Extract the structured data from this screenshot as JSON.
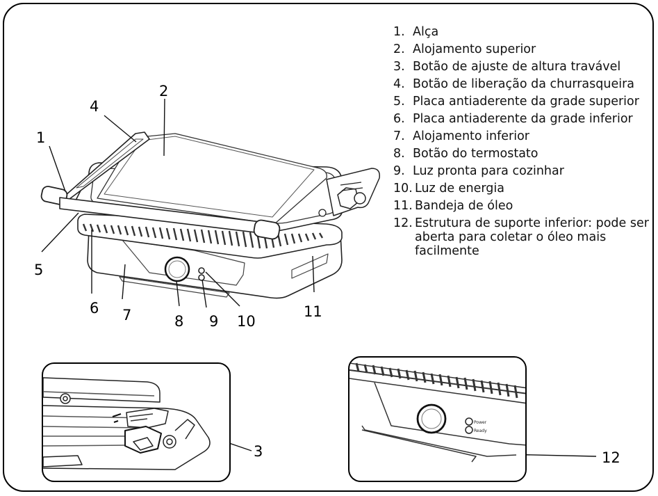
{
  "callouts": {
    "c1": "1",
    "c2": "2",
    "c3": "3",
    "c4": "4",
    "c5": "5",
    "c6": "6",
    "c7": "7",
    "c8": "8",
    "c9": "9",
    "c10": "10",
    "c11": "11",
    "c12": "12"
  },
  "legend": [
    {
      "num": "1.",
      "text": "Alça"
    },
    {
      "num": "2.",
      "text": "Alojamento superior"
    },
    {
      "num": "3.",
      "text": "Botão de ajuste de altura travável"
    },
    {
      "num": "4.",
      "text": "Botão de liberação da churrasqueira"
    },
    {
      "num": "5.",
      "text": "Placa antiaderente da grade superior"
    },
    {
      "num": "6.",
      "text": "Placa antiaderente da grade inferior"
    },
    {
      "num": "7.",
      "text": "Alojamento inferior"
    },
    {
      "num": "8.",
      "text": "Botão do termostato"
    },
    {
      "num": "9.",
      "text": "Luz pronta para cozinhar"
    },
    {
      "num": "10.",
      "text": "Luz de energia"
    },
    {
      "num": "11.",
      "text": "Bandeja de óleo"
    },
    {
      "num": "12.",
      "text": "Estrutura de suporte inferior: pode ser aberta para coletar o óleo mais facilmente"
    }
  ],
  "indicator_labels": {
    "power": "Power",
    "ready": "Ready"
  }
}
